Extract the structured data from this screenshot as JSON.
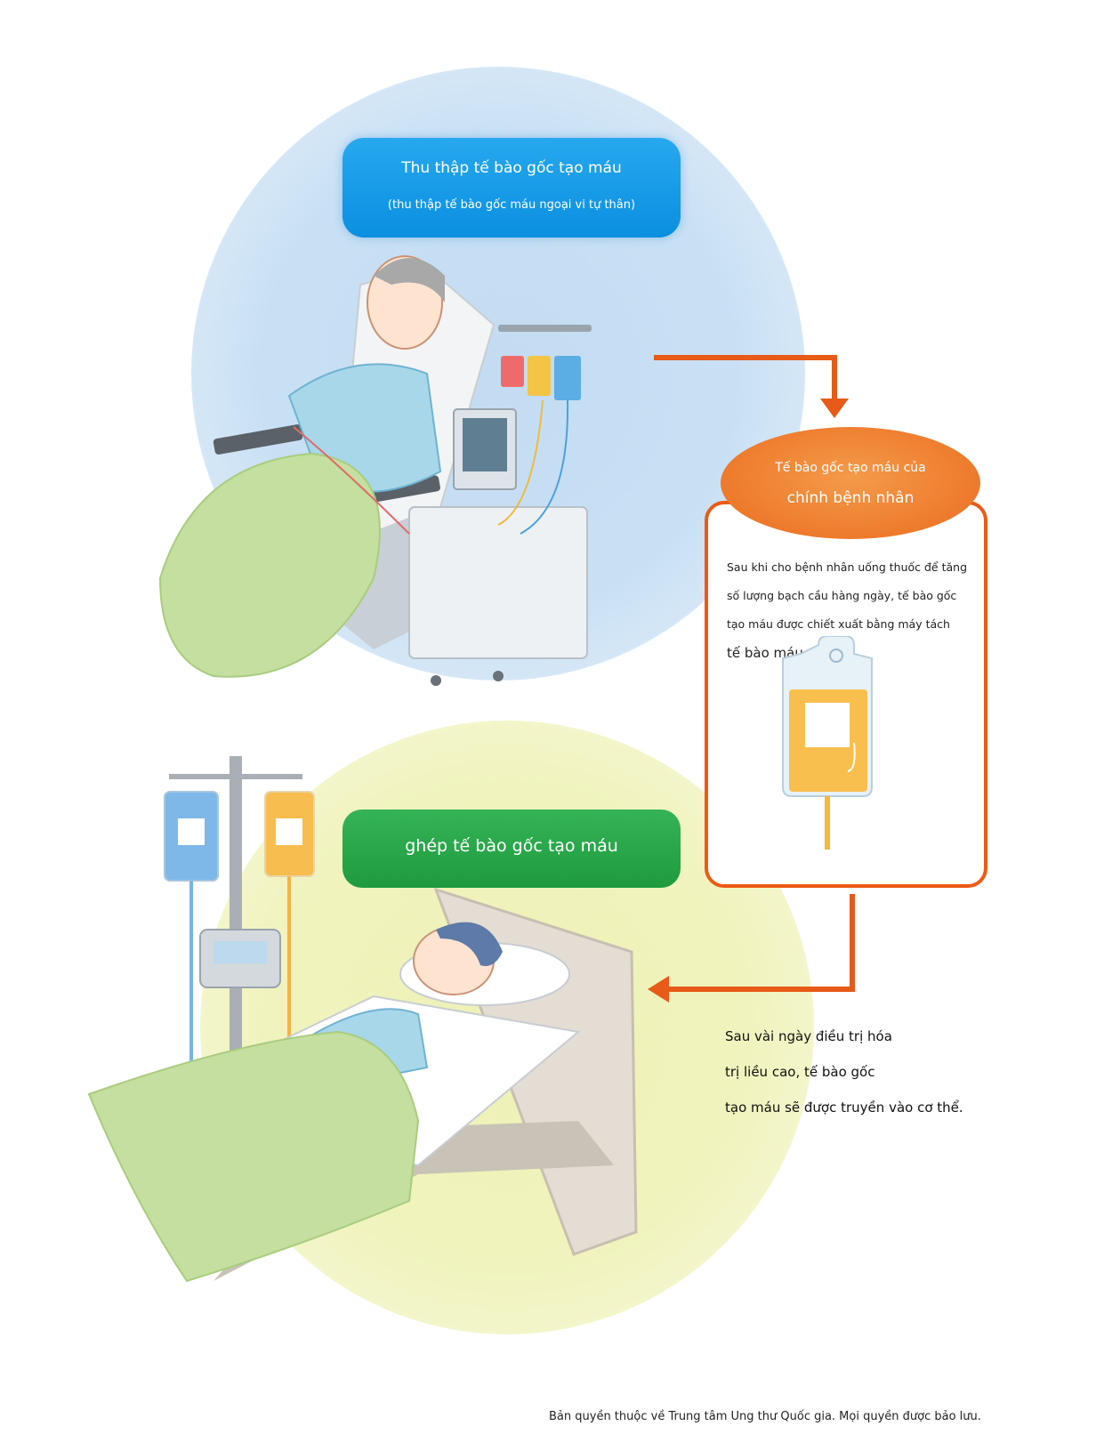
{
  "step1": {
    "title": "Thu thập tế bào gốc tạo máu",
    "subtitle": "(thu thập tế bào gốc máu ngoại vi tự thân)"
  },
  "step2": {
    "title_line1": "Tế bào gốc tạo máu của",
    "title_line2": "chính bệnh nhân",
    "description_lines": [
      "Sau khi cho bệnh nhân uống thuốc để tăng",
      "số lượng bạch cầu hàng ngày, tế bào gốc",
      "tạo máu được chiết xuất bằng máy tách",
      "tế bào máu."
    ]
  },
  "step3": {
    "title": "ghép tế bào gốc tạo máu",
    "description_lines": [
      "Sau vài ngày điều trị hóa",
      "trị liều cao, tế bào gốc",
      "tạo máu sẽ được truyền vào cơ thể."
    ]
  },
  "footer": {
    "copyright": "Bản quyền thuộc về Trung tâm Ung thư Quốc gia. Mọi quyền được bảo lưu."
  },
  "colors": {
    "blue_label": "#1a9be8",
    "green_label": "#2aa84b",
    "orange_accent": "#ec5a14",
    "blue_circle": "#c6def3",
    "green_circle": "#eff2b9"
  }
}
